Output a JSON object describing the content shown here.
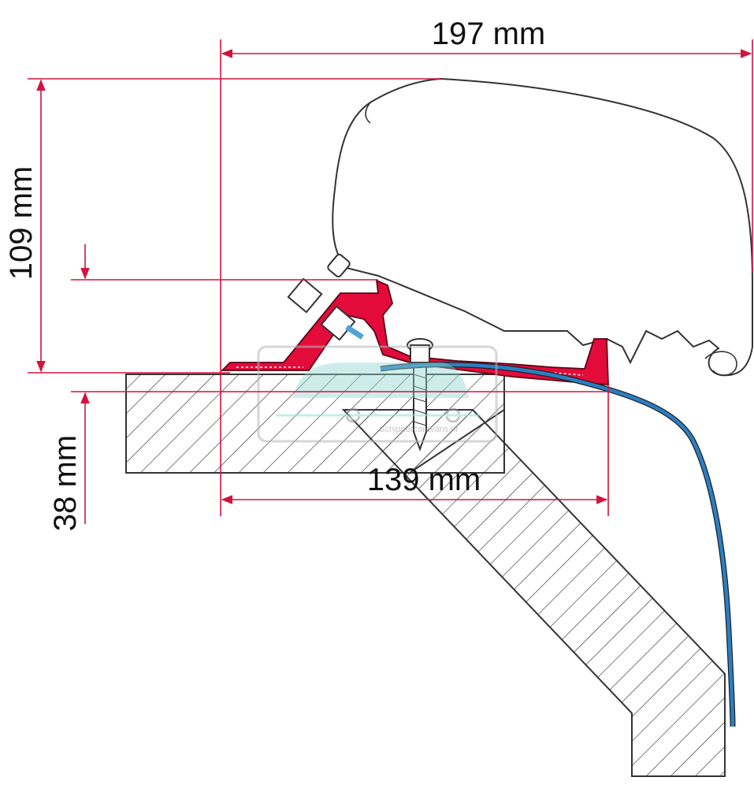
{
  "dimensions": {
    "top_width": "197 mm",
    "overall_height": "109 mm",
    "roof_thickness": "38 mm",
    "adapter_width": "139 mm"
  },
  "watermark": {
    "text": "Schippercaravans.nl"
  },
  "colors": {
    "dimension_line": "#d4123e",
    "adapter_profile": "#e30b3a",
    "seal_strip": "#2a7fc4",
    "outline": "#222222",
    "awning_fill": "#ffffff"
  }
}
